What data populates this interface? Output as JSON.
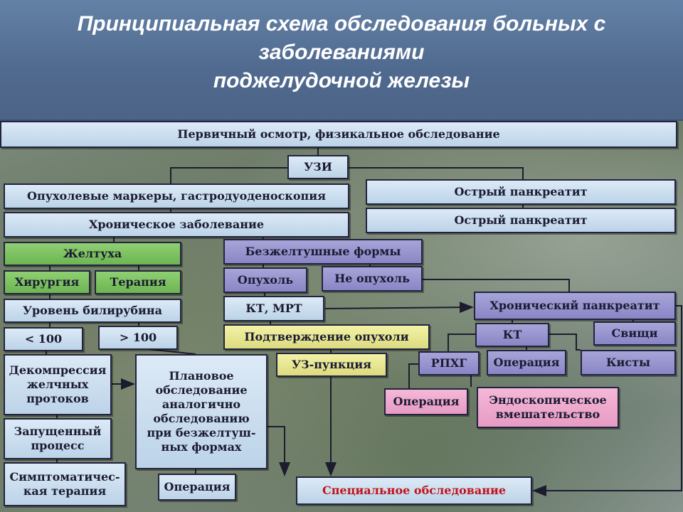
{
  "slide": {
    "title_lines": [
      "Принципиальная схема обследования больных с",
      "заболеваниями",
      "поджелудочной железы"
    ]
  },
  "nodes": {
    "primary_exam": "Первичный осмотр, физикальное обследование",
    "uzi": "УЗИ",
    "tumor_markers": "Опухолевые маркеры, гастродуоденоскопия",
    "acute_pancreatitis_1": "Острый панкреатит",
    "acute_pancreatitis_2": "Острый панкреатит",
    "chronic_disease": "Хроническое заболевание",
    "jaundice": "Желтуха",
    "non_jaundice_forms": "Безжелтушные формы",
    "surgery": "Хирургия",
    "therapy": "Терапия",
    "tumor": "Опухоль",
    "not_tumor": "Не опухоль",
    "bilirubin_level": "Уровень билирубина",
    "ct_mri": "КТ, МРТ",
    "chronic_pancreatitis": "Хронический панкреатит",
    "less_100": "< 100",
    "more_100": "> 100",
    "tumor_confirmation": "Подтверждение опухоли",
    "kt": "КТ",
    "fistulas": "Свищи",
    "decompression": "Декомпрессия желчных протоков",
    "planned_exam": "Плановое обследование аналогично обследованию при безжелтуш-ных формах",
    "uz_puncture": "УЗ-пункция",
    "rpkhg": "РПХГ",
    "operation_gray": "Операция",
    "cysts": "Кисты",
    "operation_pink": "Операция",
    "endoscopic": "Эндоскопическое вмешательство",
    "advanced_process": "Запущенный процесс",
    "symptomatic_therapy": "Симптоматичес-кая терапия",
    "operation_bottom": "Операция",
    "special_exam": "Специальное обследование"
  },
  "colors": {
    "header_blue": "#50698e",
    "light_blue_box": "#c8dcee",
    "green_box": "#7dc35f",
    "purple_box": "#9894cf",
    "pink_box": "#eda9cd",
    "yellow_box": "#e8e892",
    "special_text_red": "#c0141c",
    "connector": "#1c1c2e"
  }
}
